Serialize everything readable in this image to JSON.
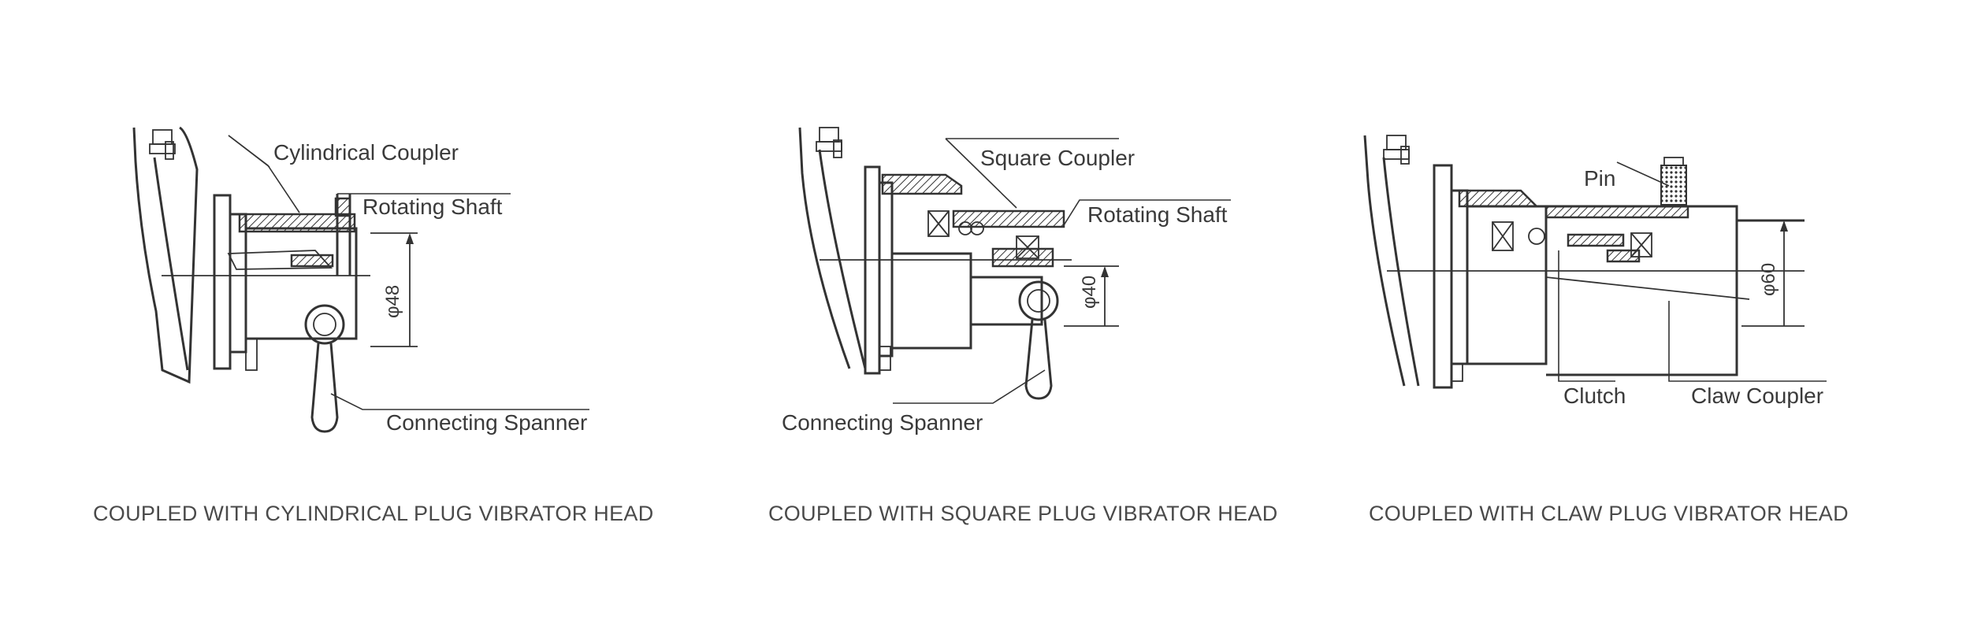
{
  "panels": [
    {
      "caption": "COUPLED WITH CYLINDRICAL PLUG VIBRATOR HEAD",
      "labels": {
        "coupler": "Cylindrical Coupler",
        "shaft": "Rotating Shaft",
        "spanner": "Connecting Spanner",
        "dimension": "φ48"
      }
    },
    {
      "caption": "COUPLED WITH SQUARE PLUG VIBRATOR HEAD",
      "labels": {
        "coupler": "Square Coupler",
        "shaft": "Rotating Shaft",
        "spanner": "Connecting Spanner",
        "dimension": "φ40"
      }
    },
    {
      "caption": "COUPLED WITH CLAW PLUG VIBRATOR HEAD",
      "labels": {
        "pin": "Pin",
        "clutch": "Clutch",
        "coupler": "Claw Coupler",
        "dimension": "φ60"
      }
    }
  ]
}
